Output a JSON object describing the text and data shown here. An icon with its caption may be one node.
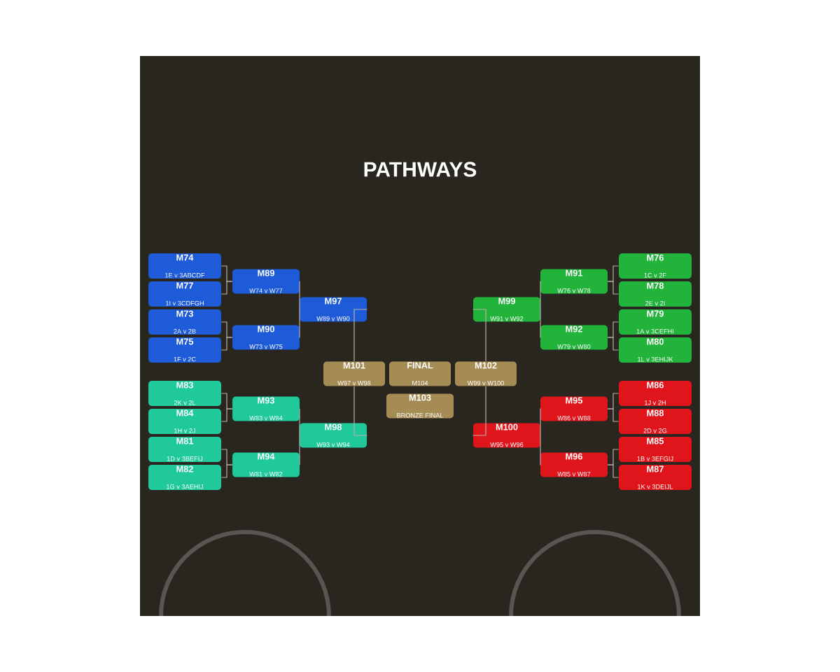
{
  "diagram": {
    "title": "PATHWAYS",
    "nodes": [
      {
        "text": [
          "M74",
          "1E v 3ABCDF"
        ]
      },
      {
        "text": [
          "M77",
          "1I v 3CDFGH"
        ]
      },
      {
        "text": [
          "M73",
          "2A v 2B"
        ]
      },
      {
        "text": [
          "M75",
          "1F v 2C"
        ]
      },
      {
        "text": [
          "M89",
          "W74 v W77"
        ]
      },
      {
        "text": [
          "M90",
          "W73 v W75"
        ]
      },
      {
        "text": [
          "M97",
          "W89 v W90"
        ]
      },
      {
        "text": [
          "M83",
          "2K v 2L"
        ]
      },
      {
        "text": [
          "M84",
          "1H v 2J"
        ]
      },
      {
        "text": [
          "M81",
          "1D v 3BEFIJ"
        ]
      },
      {
        "text": [
          "M82",
          "1G v 3AEHIJ"
        ]
      },
      {
        "text": [
          "M93",
          "W83 v W84"
        ]
      },
      {
        "text": [
          "M94",
          "W81 v W82"
        ]
      },
      {
        "text": [
          "M98",
          "W93 v W94"
        ]
      },
      {
        "text": [
          "M101",
          "W97 v W98"
        ]
      },
      {
        "text": [
          "FINAL",
          "M104"
        ]
      },
      {
        "text": [
          "M102",
          "W99 v W100"
        ]
      },
      {
        "text": [
          "M103",
          "BRONZE FINAL"
        ]
      },
      {
        "text": [
          "M91",
          "W76 v W78"
        ]
      },
      {
        "text": [
          "M76",
          "1C v 2F"
        ]
      },
      {
        "text": [
          "M78",
          "2E v 2I"
        ]
      },
      {
        "text": [
          "M92",
          "W79 v W80"
        ]
      },
      {
        "text": [
          "M79",
          "1A v 3CEFHI"
        ]
      },
      {
        "text": [
          "M80",
          "1L v 3EHIJK"
        ]
      },
      {
        "text": [
          "M99",
          "W91 v W92"
        ]
      },
      {
        "text": [
          "M95",
          "W86 v W88"
        ]
      },
      {
        "text": [
          "M86",
          "1J v 2H"
        ]
      },
      {
        "text": [
          "M88",
          "2D v 2G"
        ]
      },
      {
        "text": [
          "M96",
          "W85 v W87"
        ]
      },
      {
        "text": [
          "M85",
          "1B v 3EFGIJ"
        ]
      },
      {
        "text": [
          "M87",
          "1K v 3DEIJL"
        ]
      },
      {
        "text": [
          "M100",
          "W95 v W96"
        ]
      }
    ],
    "edges": [
      {
        "from": 0,
        "to": 4,
        "arrow": "none"
      },
      {
        "from": 1,
        "to": 4,
        "arrow": "none"
      },
      {
        "from": 2,
        "to": 5,
        "arrow": "none"
      },
      {
        "from": 3,
        "to": 5,
        "arrow": "none"
      },
      {
        "from": 4,
        "to": 6,
        "arrow": "none"
      },
      {
        "from": 5,
        "to": 6,
        "arrow": "none"
      },
      {
        "from": 7,
        "to": 11,
        "arrow": "none"
      },
      {
        "from": 8,
        "to": 11,
        "arrow": "none"
      },
      {
        "from": 9,
        "to": 12,
        "arrow": "none"
      },
      {
        "from": 10,
        "to": 12,
        "arrow": "none"
      },
      {
        "from": 11,
        "to": 13,
        "arrow": "none"
      },
      {
        "from": 12,
        "to": 13,
        "arrow": "none"
      },
      {
        "from": 6,
        "to": 14,
        "arrow": "none"
      },
      {
        "from": 13,
        "to": 14,
        "arrow": "none"
      },
      {
        "from": 19,
        "to": 18,
        "arrow": "none"
      },
      {
        "from": 20,
        "to": 18,
        "arrow": "none"
      },
      {
        "from": 22,
        "to": 21,
        "arrow": "none"
      },
      {
        "from": 23,
        "to": 21,
        "arrow": "none"
      },
      {
        "from": 18,
        "to": 24,
        "arrow": "none"
      },
      {
        "from": 21,
        "to": 24,
        "arrow": "none"
      },
      {
        "from": 26,
        "to": 25,
        "arrow": "none"
      },
      {
        "from": 27,
        "to": 25,
        "arrow": "none"
      },
      {
        "from": 29,
        "to": 28,
        "arrow": "none"
      },
      {
        "from": 30,
        "to": 28,
        "arrow": "none"
      },
      {
        "from": 25,
        "to": 31,
        "arrow": "none"
      },
      {
        "from": 28,
        "to": 31,
        "arrow": "none"
      },
      {
        "from": 24,
        "to": 16,
        "arrow": "none"
      },
      {
        "from": 31,
        "to": 16,
        "arrow": "none"
      }
    ]
  }
}
